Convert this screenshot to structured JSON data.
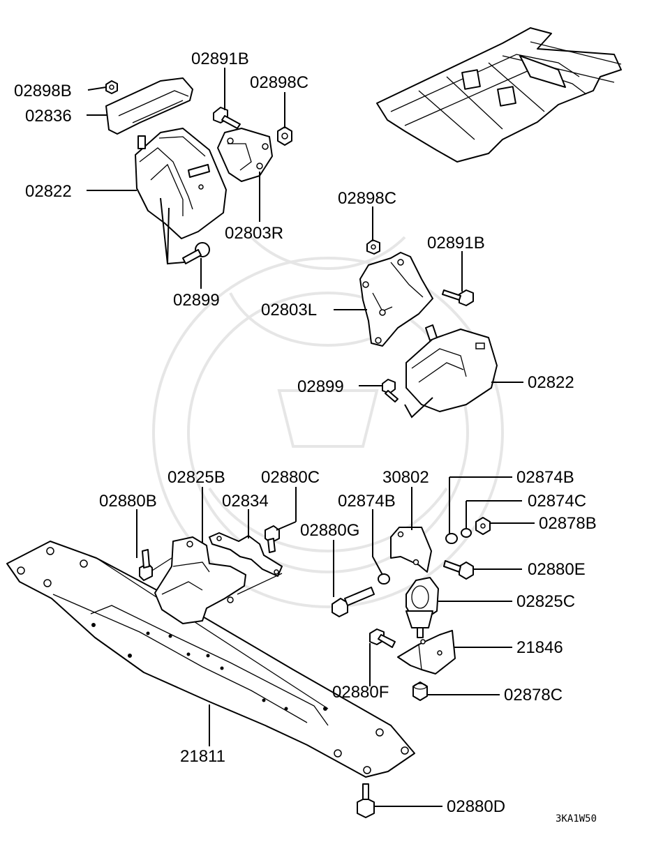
{
  "labels": {
    "l_02898B_top": "02898B",
    "l_02836": "02836",
    "l_02891B_top": "02891B",
    "l_02898C_top": "02898C",
    "l_02822_left": "02822",
    "l_02803R": "02803R",
    "l_02899_top": "02899",
    "l_02898C_mid": "02898C",
    "l_02891B_mid": "02891B",
    "l_02803L": "02803L",
    "l_02899_mid": "02899",
    "l_02822_right": "02822",
    "l_02825B": "02825B",
    "l_02880C": "02880C",
    "l_02880B": "02880B",
    "l_02834": "02834",
    "l_30802": "30802",
    "l_02874B_a": "02874B",
    "l_02874B_b": "02874B",
    "l_02874C": "02874C",
    "l_02878B": "02878B",
    "l_02880G": "02880G",
    "l_02880E": "02880E",
    "l_02825C": "02825C",
    "l_21846": "21846",
    "l_02880F": "02880F",
    "l_02878C": "02878C",
    "l_21811": "21811",
    "l_02880D": "02880D"
  },
  "diagram_code": "3KA1W50"
}
